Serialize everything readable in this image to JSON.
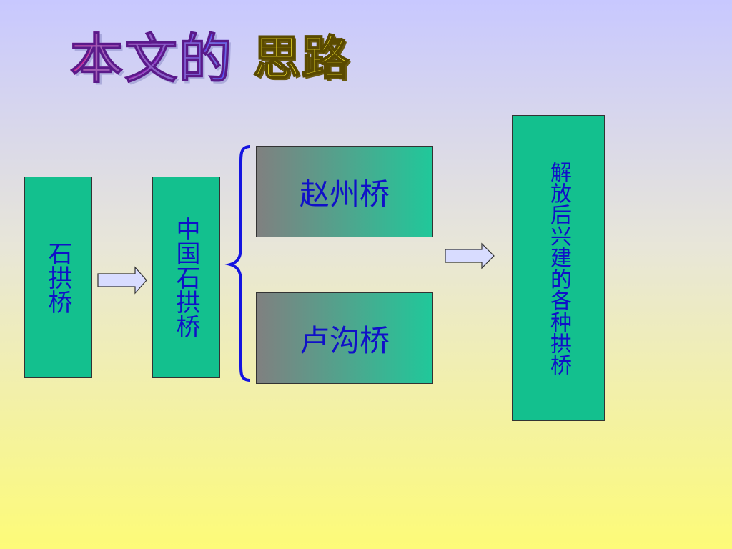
{
  "title": {
    "part1": "本文的",
    "part2": "思路"
  },
  "boxes": {
    "stone_arch": "石拱桥",
    "china_stone_arch": "中国石拱桥",
    "zhaozhou": "赵州桥",
    "lugou": "卢沟桥",
    "after_liberation": "解放后兴建的各种拱桥"
  },
  "colors": {
    "box_fill": "#13c08e",
    "box_text": "#1010c8",
    "brace": "#1414e0",
    "arrow_fill": "#d8dcff"
  }
}
